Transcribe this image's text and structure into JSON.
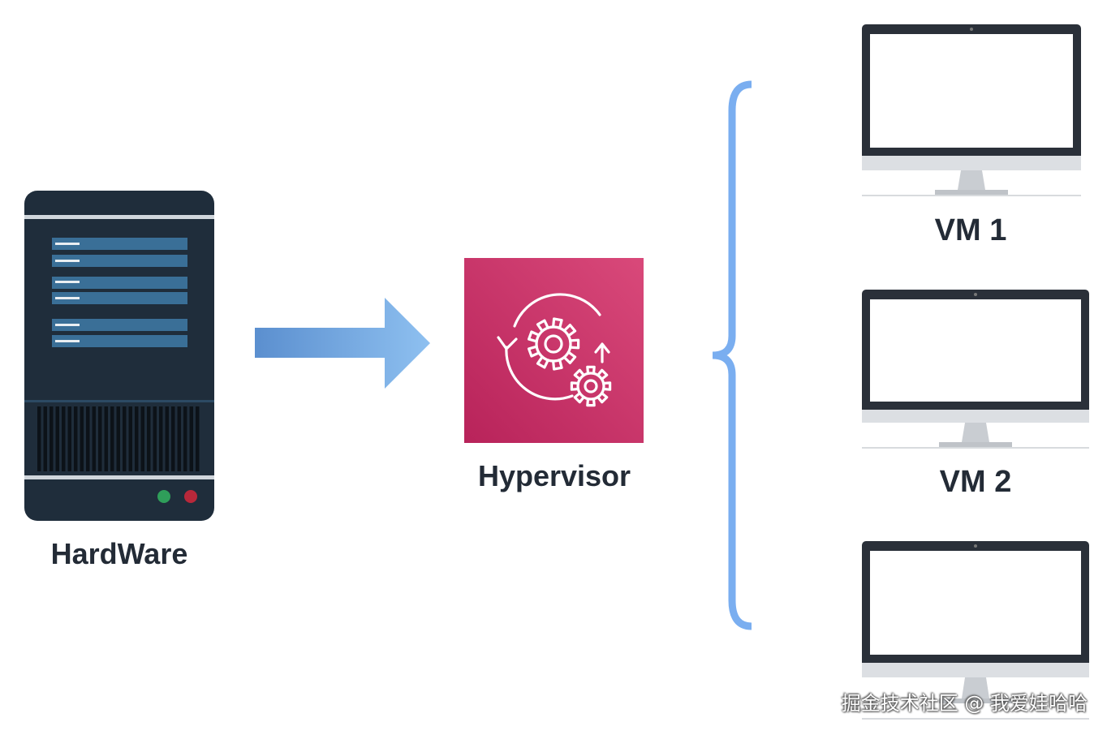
{
  "diagram": {
    "hardware": {
      "label": "HardWare",
      "icon": "server-rack-icon"
    },
    "hypervisor": {
      "label": "Hypervisor",
      "icon": "gears-cycle-icon",
      "color_top": "#d9497a",
      "color_bottom": "#b8235a"
    },
    "vms": [
      {
        "label": "VM 1",
        "icon": "monitor-icon"
      },
      {
        "label": "VM 2",
        "icon": "monitor-icon"
      },
      {
        "label": "",
        "icon": "monitor-icon"
      }
    ],
    "connectors": {
      "arrow": {
        "icon": "right-arrow-icon",
        "color_start": "#5b8fcf",
        "color_end": "#8ec0f0"
      },
      "brace": {
        "icon": "left-curly-brace-icon",
        "color": "#7aaef0"
      }
    }
  },
  "watermark": {
    "text": "掘金技术社区 @ 我爱娃哈哈"
  }
}
